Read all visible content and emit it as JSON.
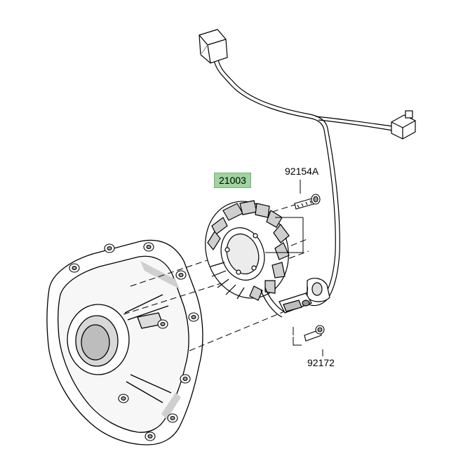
{
  "parts": {
    "stator_coil": {
      "number": "21003",
      "highlighted": true
    },
    "stator_bolt": {
      "number": "92154A"
    },
    "clamp_bolt": {
      "number": "92172"
    }
  },
  "colors": {
    "highlight": "#9fd49f",
    "line": "#000000",
    "shade": "#bfbfbf"
  }
}
